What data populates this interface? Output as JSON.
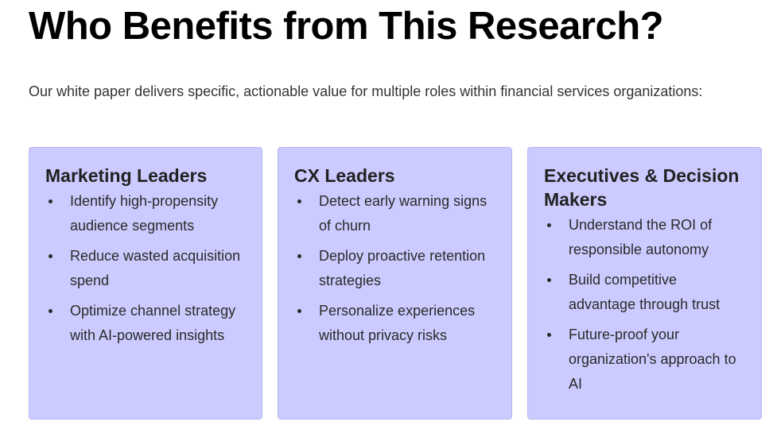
{
  "page": {
    "title": "Who Benefits from This Research?",
    "intro": "Our white paper delivers specific, actionable value for multiple roles within financial services organizations:"
  },
  "cards": [
    {
      "title": "Marketing Leaders",
      "items": [
        "Identify high-propensity audience segments",
        "Reduce wasted acquisition spend",
        "Optimize channel strategy with AI-powered insights"
      ]
    },
    {
      "title": "CX Leaders",
      "items": [
        "Detect early warning signs of churn",
        "Deploy proactive retention strategies",
        "Personalize experiences without privacy risks"
      ]
    },
    {
      "title": "Executives & Decision Makers",
      "items": [
        "Understand the ROI of responsible autonomy",
        "Build competitive advantage through trust",
        "Future-proof your organization's approach to AI"
      ]
    }
  ],
  "colors": {
    "card_background": "#cccbff",
    "card_border": "#b7b6f2",
    "title": "#000000",
    "body_text": "#333333"
  }
}
